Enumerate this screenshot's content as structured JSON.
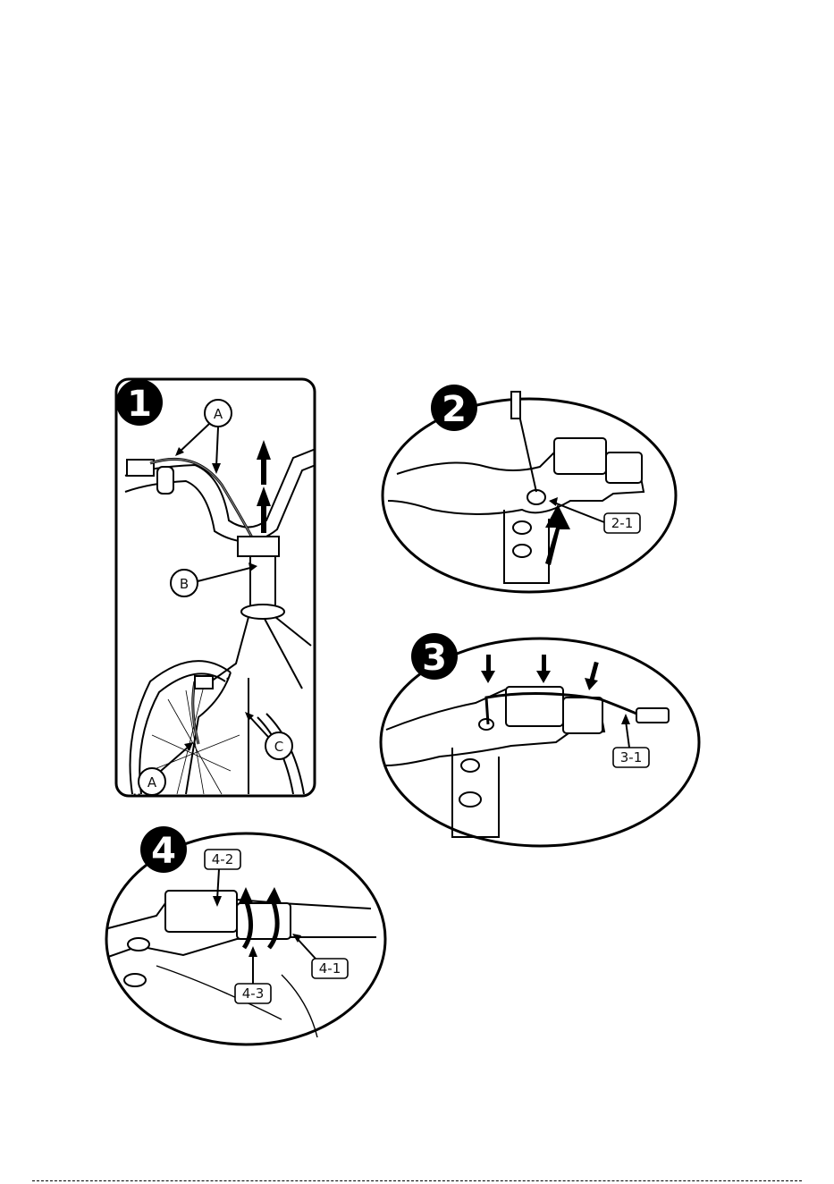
{
  "steps": [
    {
      "number": "1",
      "labels": {
        "a_top": "A",
        "b": "B",
        "c": "C",
        "a_bottom": "A"
      }
    },
    {
      "number": "2",
      "callouts": [
        "2-1"
      ]
    },
    {
      "number": "3",
      "callouts": [
        "3-1"
      ]
    },
    {
      "number": "4",
      "callouts": [
        "4-2",
        "4-3",
        "4-1"
      ]
    }
  ]
}
